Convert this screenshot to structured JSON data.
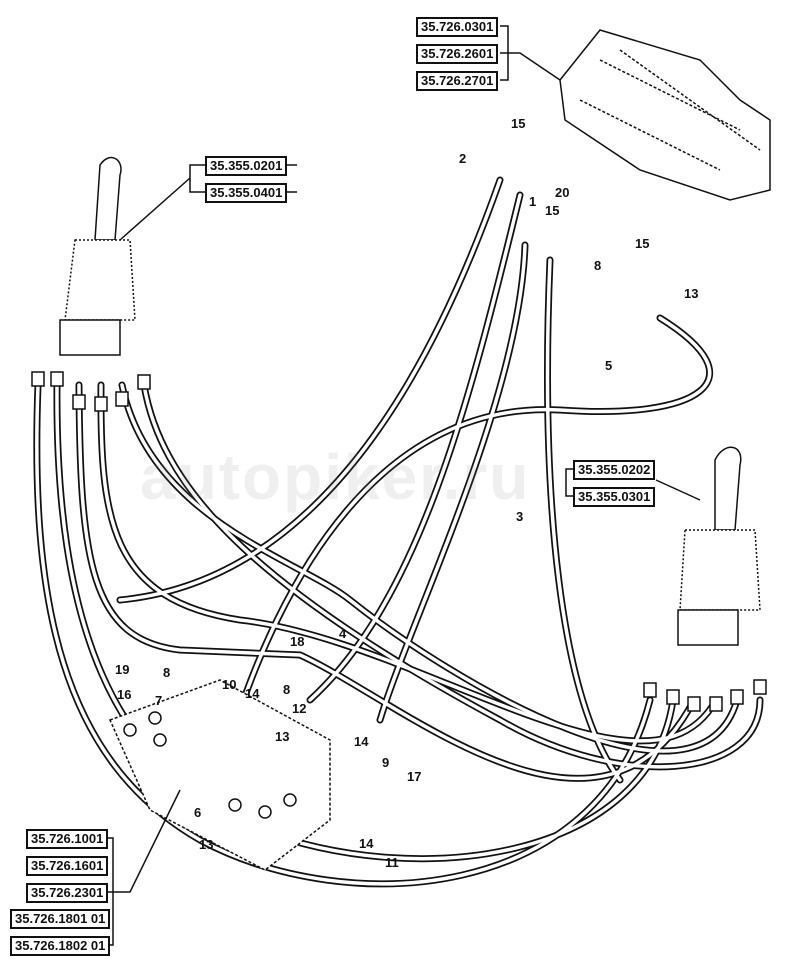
{
  "watermark": "autopiker.ru",
  "ref_boxes": {
    "valve": [
      "35.726.0301",
      "35.726.2601",
      "35.726.2701"
    ],
    "left_joystick": [
      "35.355.0201",
      "35.355.0401"
    ],
    "right_joystick": [
      "35.355.0202",
      "35.355.0301"
    ],
    "manifold": [
      "35.726.1001",
      "35.726.1601",
      "35.726.2301",
      "35.726.1801 01",
      "35.726.1802 01"
    ]
  },
  "callouts": [
    "15",
    "2",
    "20",
    "1",
    "15",
    "15",
    "8",
    "13",
    "5",
    "3",
    "4",
    "18",
    "19",
    "8",
    "10",
    "8",
    "16",
    "7",
    "14",
    "12",
    "13",
    "14",
    "9",
    "17",
    "6",
    "13",
    "14",
    "11"
  ]
}
